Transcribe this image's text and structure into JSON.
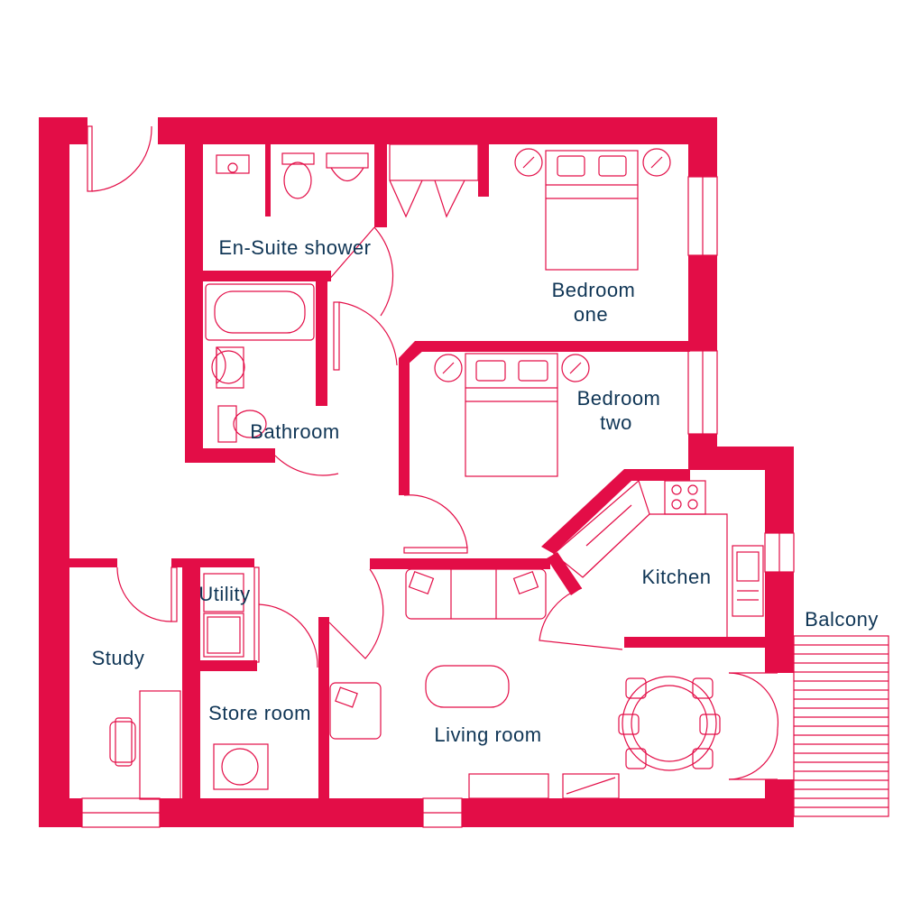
{
  "colors": {
    "wall": "#e30d47",
    "label": "#0f3555",
    "background": "#ffffff"
  },
  "rooms": {
    "ensuite": "En-Suite shower",
    "bedroom_one_l1": "Bedroom",
    "bedroom_one_l2": "one",
    "bedroom_two_l1": "Bedroom",
    "bedroom_two_l2": "two",
    "bathroom": "Bathroom",
    "kitchen": "Kitchen",
    "balcony": "Balcony",
    "utility": "Utility",
    "study": "Study",
    "store_room": "Store room",
    "living_room": "Living room"
  }
}
